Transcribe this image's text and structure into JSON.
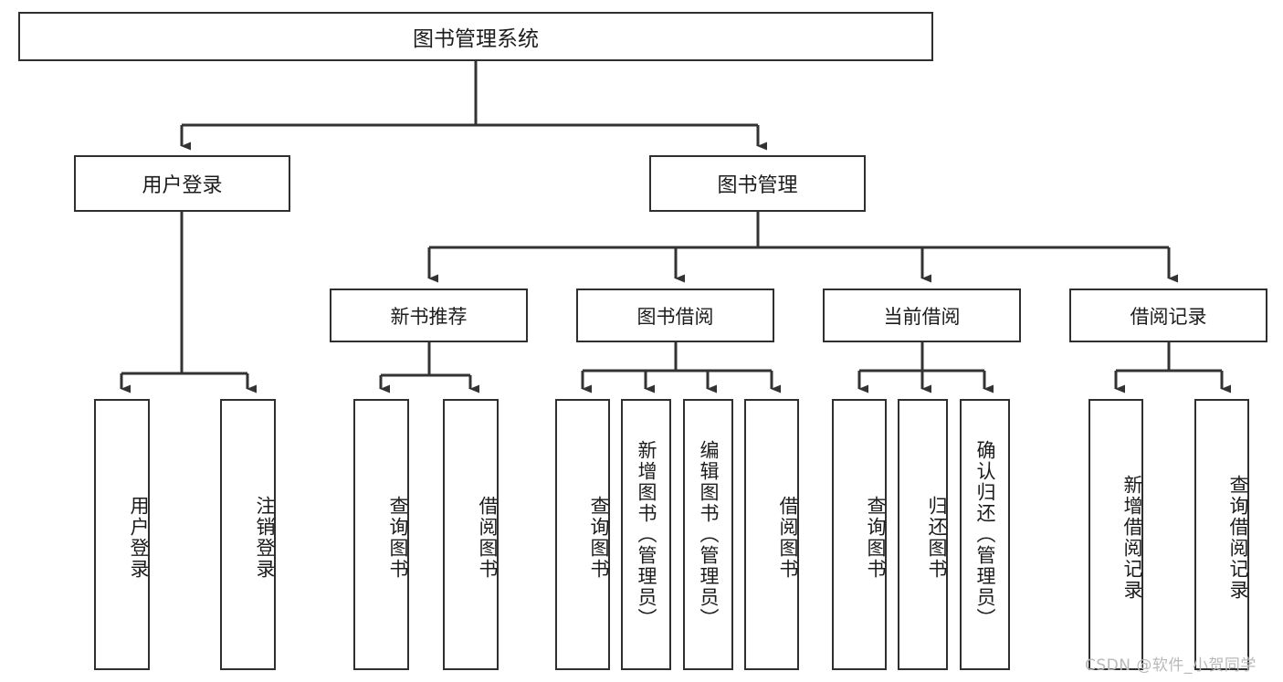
{
  "diagram": {
    "type": "tree-hierarchy-diagram",
    "title": "图书管理系统",
    "root": {
      "id": "root",
      "label": "图书管理系统"
    },
    "level2": [
      {
        "id": "user-login",
        "label": "用户登录"
      },
      {
        "id": "book-management",
        "label": "图书管理"
      }
    ],
    "level3": [
      {
        "id": "new-book-recommend",
        "label": "新书推荐",
        "parent": "book-management"
      },
      {
        "id": "book-borrow",
        "label": "图书借阅",
        "parent": "book-management"
      },
      {
        "id": "current-borrow",
        "label": "当前借阅",
        "parent": "book-management"
      },
      {
        "id": "borrow-record",
        "label": "借阅记录",
        "parent": "book-management"
      }
    ],
    "leaves": [
      {
        "id": "leaf-user-login",
        "label": "用户登录",
        "parent": "user-login"
      },
      {
        "id": "leaf-logout",
        "label": "注销登录",
        "parent": "user-login"
      },
      {
        "id": "leaf-query-book-1",
        "label": "查询图书",
        "parent": "new-book-recommend"
      },
      {
        "id": "leaf-borrow-book-1",
        "label": "借阅图书",
        "parent": "new-book-recommend"
      },
      {
        "id": "leaf-query-book-2",
        "label": "查询图书",
        "parent": "book-borrow"
      },
      {
        "id": "leaf-add-book",
        "label": "新增图书（管理员）",
        "parent": "book-borrow"
      },
      {
        "id": "leaf-edit-book",
        "label": "编辑图书（管理员）",
        "parent": "book-borrow"
      },
      {
        "id": "leaf-borrow-book-2",
        "label": "借阅图书",
        "parent": "book-borrow"
      },
      {
        "id": "leaf-query-book-3",
        "label": "查询图书",
        "parent": "current-borrow"
      },
      {
        "id": "leaf-return-book",
        "label": "归还图书",
        "parent": "current-borrow"
      },
      {
        "id": "leaf-confirm-return",
        "label": "确认归还（管理员）",
        "parent": "current-borrow"
      },
      {
        "id": "leaf-add-record",
        "label": "新增借阅记录",
        "parent": "borrow-record"
      },
      {
        "id": "leaf-query-record",
        "label": "查询借阅记录",
        "parent": "borrow-record"
      }
    ],
    "watermark": "CSDN @软件_小贺同学",
    "colors": {
      "border": "#2f2f2f",
      "background": "#ffffff",
      "text": "#1c1c1c",
      "connector": "#333333",
      "watermark": "#b9b9b9"
    }
  }
}
